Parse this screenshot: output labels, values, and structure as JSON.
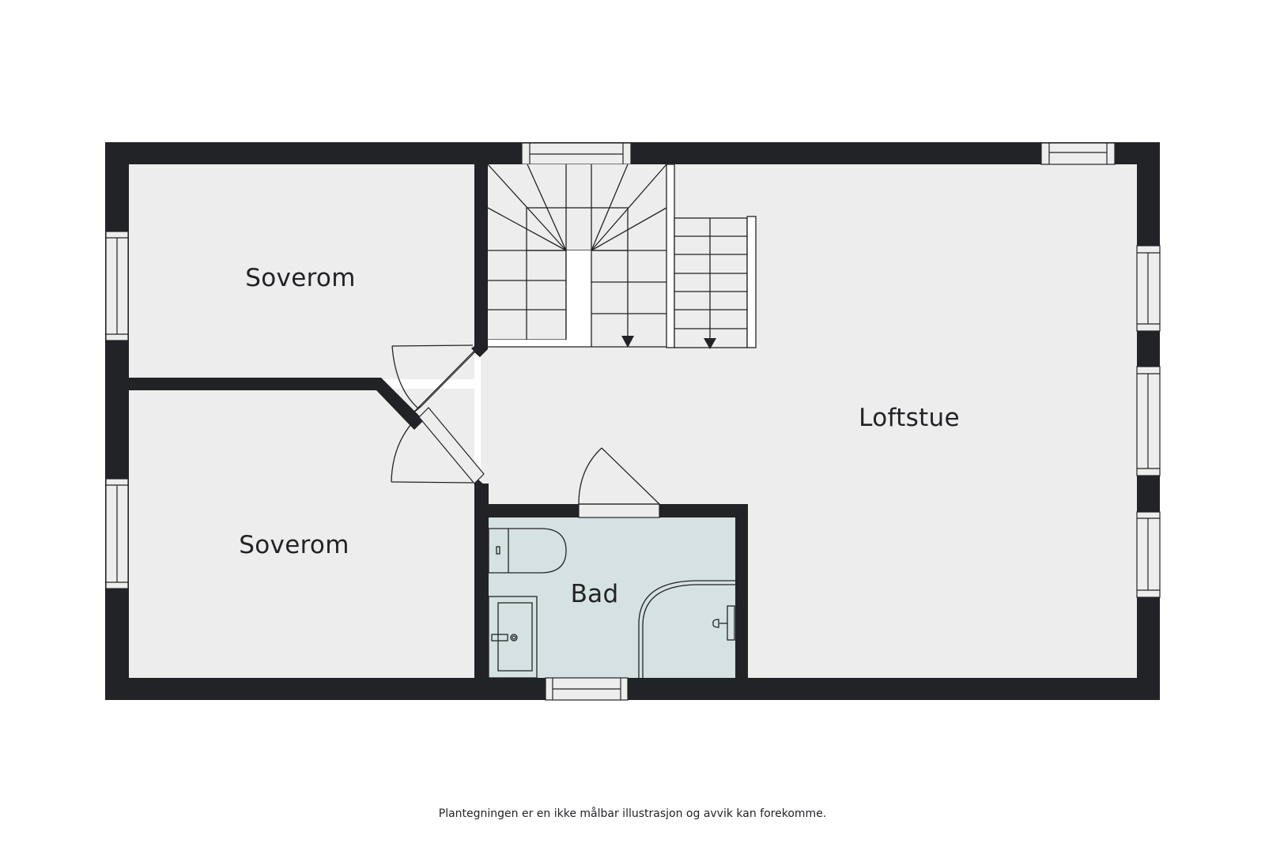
{
  "plan": {
    "type": "floor-plan",
    "floor": "loft",
    "colors": {
      "wall": "#222327",
      "floor": "#ededed",
      "bathroom_floor": "#d5e1e3",
      "window": "#ededed",
      "line": "#222327",
      "background": "#ffffff"
    },
    "rooms": [
      {
        "id": "bedroom-1",
        "label": "Soverom"
      },
      {
        "id": "bedroom-2",
        "label": "Soverom"
      },
      {
        "id": "bathroom",
        "label": "Bad"
      },
      {
        "id": "loft-living",
        "label": "Loftstue"
      }
    ],
    "fixtures": [
      "staircase",
      "toilet",
      "sink",
      "shower"
    ],
    "disclaimer": "Plantegningen er en ikke målbar illustrasjon og avvik kan forekomme."
  }
}
